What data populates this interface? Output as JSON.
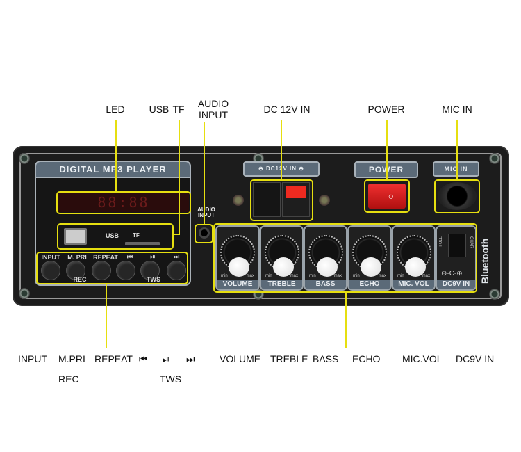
{
  "callouts": {
    "led": "LED",
    "usb": "USB",
    "tf": "TF",
    "audio_input_1": "AUDIO",
    "audio_input_2": "INPUT",
    "dc12v": "DC 12V IN",
    "power": "POWER",
    "mic_in": "MIC IN"
  },
  "panel": {
    "title": "DIGITAL MP3 PLAYER",
    "dc_strip": "DC12V IN",
    "power_strip": "POWER",
    "mic_strip": "MIC IN",
    "usb_label": "USB",
    "tf_label": "TF",
    "audio_input_label_1": "AUDIO",
    "audio_input_label_2": "INPUT",
    "bluetooth": "Bluetooth",
    "full": "FULL",
    "char": "CHAR",
    "led_display": "88:88",
    "buttons": [
      {
        "top": "INPUT",
        "bottom": ""
      },
      {
        "top": "M. PRI",
        "bottom": "REC"
      },
      {
        "top": "REPEAT",
        "bottom": ""
      },
      {
        "top": "⏮",
        "bottom": ""
      },
      {
        "top": "⏯",
        "bottom": "TWS"
      },
      {
        "top": "⏭",
        "bottom": ""
      }
    ],
    "knobs": [
      "VOLUME",
      "TREBLE",
      "BASS",
      "ECHO",
      "MIC. VOL"
    ],
    "min": "min",
    "max": "max",
    "dc9v": "DC9V IN"
  },
  "bottom_labels": {
    "row1": [
      "INPUT",
      "M.PRI",
      "REPEAT",
      "⏮",
      "⏯",
      "⏭",
      "VOLUME",
      "TREBLE",
      "BASS",
      "ECHO",
      "MIC.VOL",
      "DC9V IN"
    ],
    "row2": [
      "REC",
      "TWS"
    ]
  },
  "colors": {
    "callout_line": "#e6df10",
    "panel": "#1c1c1c",
    "strip": "#5b6a78",
    "power_switch": "#e01818"
  }
}
